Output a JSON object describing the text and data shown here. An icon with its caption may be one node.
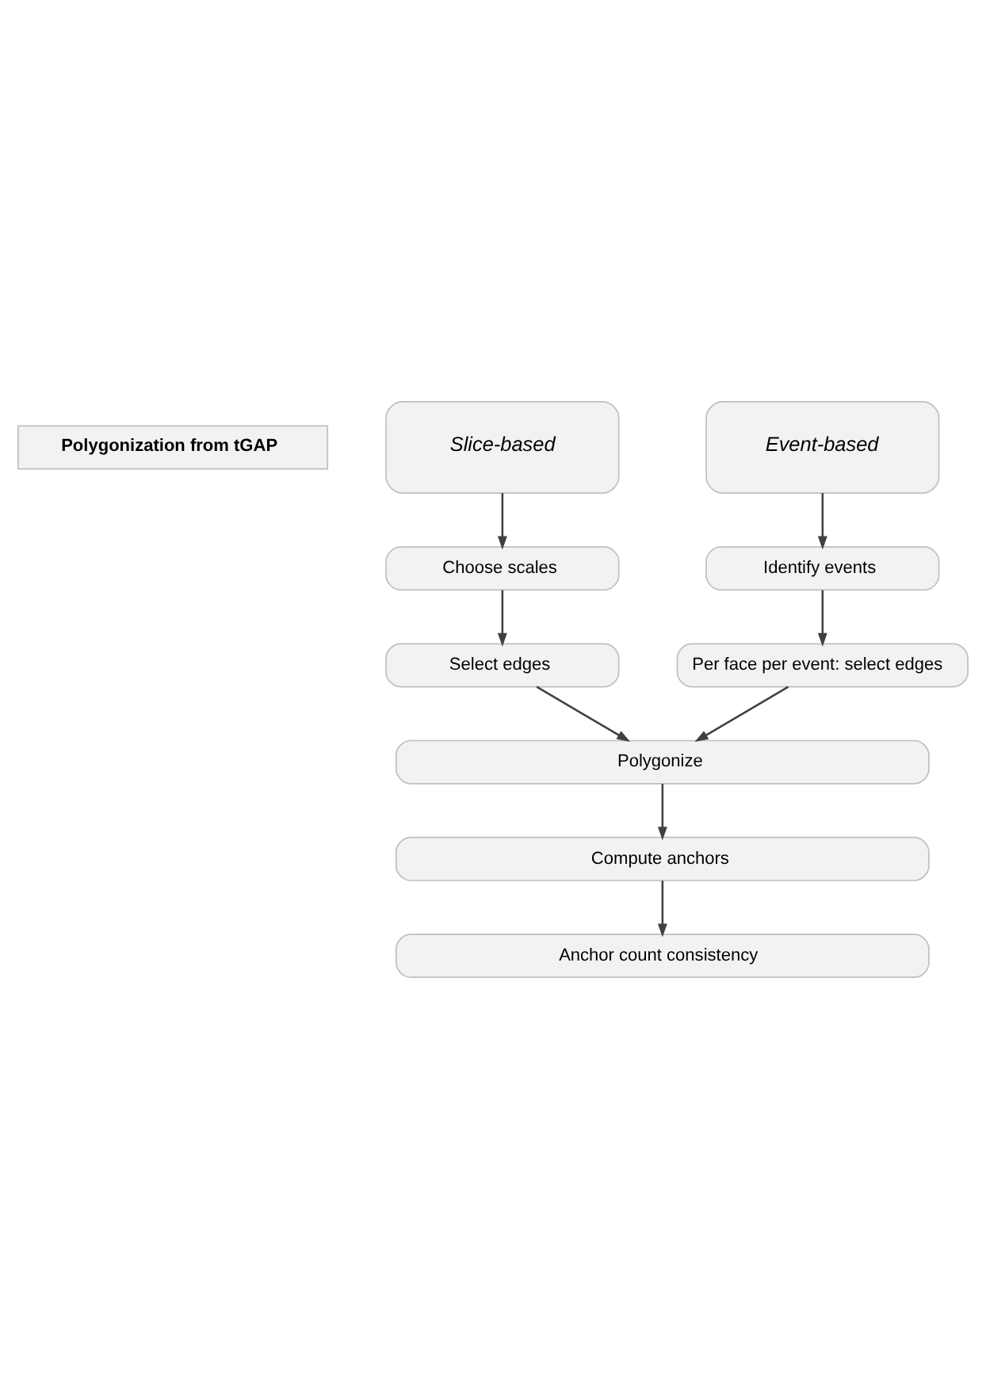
{
  "diagram": {
    "nodes": [
      {
        "text": [
          "Polygonization from tGAP"
        ]
      },
      {
        "text": [
          "Slice-based"
        ]
      },
      {
        "text": [
          "Event-based"
        ]
      },
      {
        "text": [
          "Choose scales"
        ]
      },
      {
        "text": [
          "Identify events"
        ]
      },
      {
        "text": [
          "Select edges"
        ]
      },
      {
        "text": [
          "Per face per event: select edges"
        ]
      },
      {
        "text": [
          "Polygonize"
        ]
      },
      {
        "text": [
          "Compute anchors"
        ]
      },
      {
        "text": [
          "Anchor count consistency"
        ]
      }
    ],
    "edges": [
      {
        "from": 1,
        "to": 3,
        "arrow": "to"
      },
      {
        "from": 2,
        "to": 4,
        "arrow": "to"
      },
      {
        "from": 3,
        "to": 5,
        "arrow": "to"
      },
      {
        "from": 4,
        "to": 6,
        "arrow": "to"
      },
      {
        "from": 5,
        "to": 7,
        "arrow": "to"
      },
      {
        "from": 6,
        "to": 7,
        "arrow": "to"
      },
      {
        "from": 7,
        "to": 8,
        "arrow": "to"
      },
      {
        "from": 8,
        "to": 9,
        "arrow": "to"
      }
    ]
  }
}
